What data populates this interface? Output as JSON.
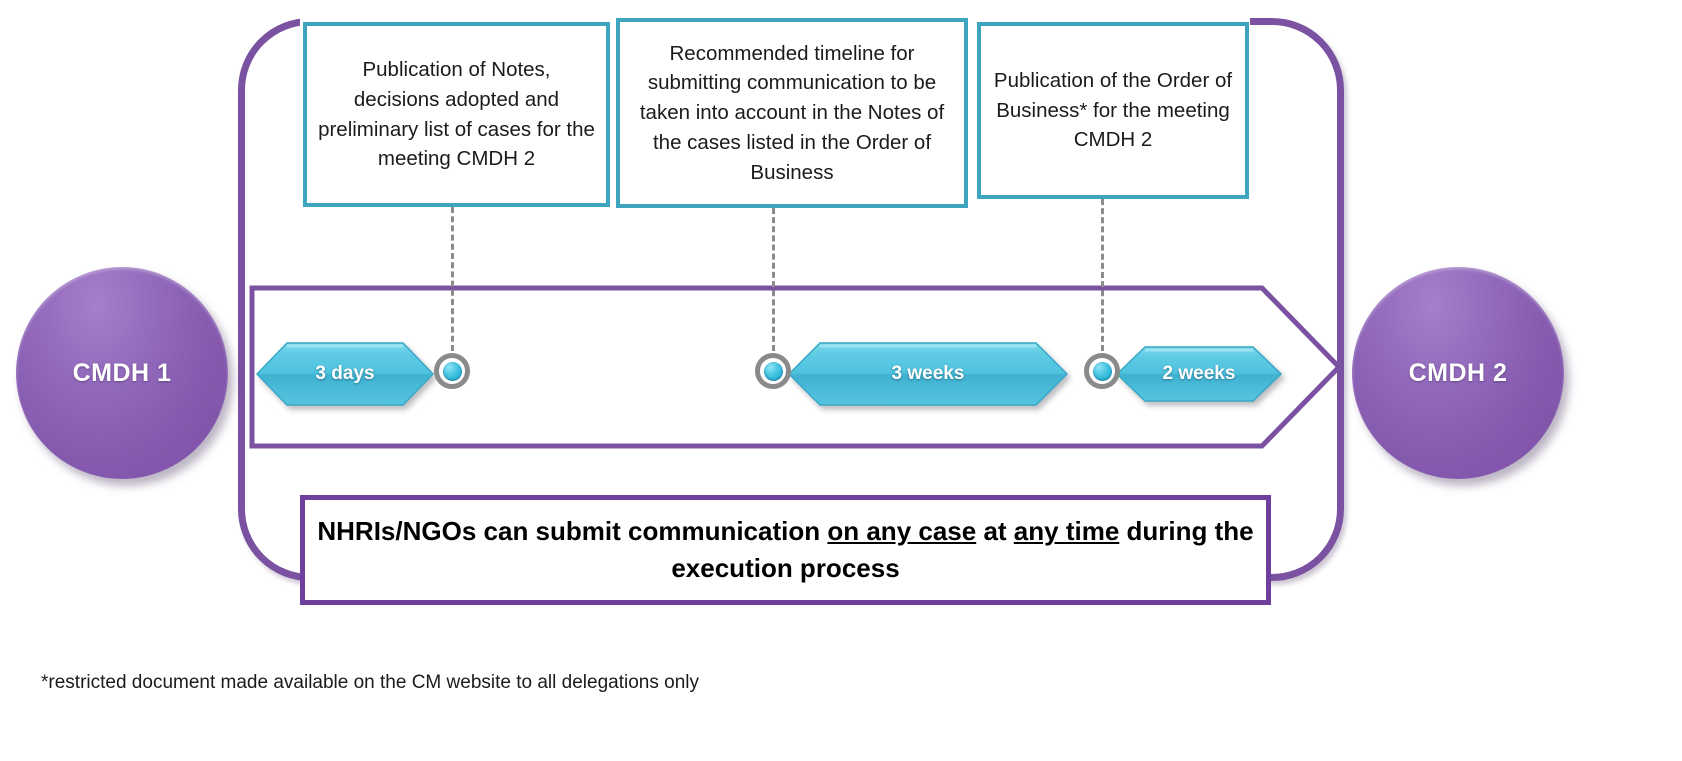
{
  "diagram": {
    "title": "CMDH meeting communication timeline",
    "colors": {
      "purple": "#7A52A1",
      "purple_dark": "#6F3F9E",
      "teal": "#3FA4BE",
      "teal_light": "#5BC8E0",
      "marker_gray": "#8A8A8A",
      "dash_gray": "#8C8C8C"
    },
    "endpoints": {
      "left": {
        "label": "CMDH 1",
        "icon": "circle-node"
      },
      "right": {
        "label": "CMDH 2",
        "icon": "circle-node"
      }
    },
    "info_boxes": [
      {
        "id": "notes-publication",
        "text": "Publication of Notes, decisions adopted and preliminary list of cases for the meeting CMDH 2"
      },
      {
        "id": "recommended-timeline",
        "text": "Recommended timeline for submitting communication to be taken into account in the Notes of the cases listed in the Order of Business"
      },
      {
        "id": "order-of-business",
        "text": "Publication of the Order of Business* for the meeting CMDH 2"
      }
    ],
    "durations": [
      {
        "id": "three-days",
        "label": "3 days",
        "direction": "double"
      },
      {
        "id": "three-weeks",
        "label": "3 weeks",
        "direction": "double"
      },
      {
        "id": "two-weeks",
        "label": "2 weeks",
        "direction": "double"
      }
    ],
    "milestones": [
      {
        "id": "milestone-1"
      },
      {
        "id": "milestone-2"
      },
      {
        "id": "milestone-3"
      }
    ],
    "statement": {
      "lead": "NHRIs/NGOs can submit communication ",
      "emphasis_1": "on any case",
      "middle": " at ",
      "emphasis_2": "any time",
      "tail": " during the execution process"
    },
    "footnote": "*restricted document made available on the CM website to all delegations only"
  }
}
